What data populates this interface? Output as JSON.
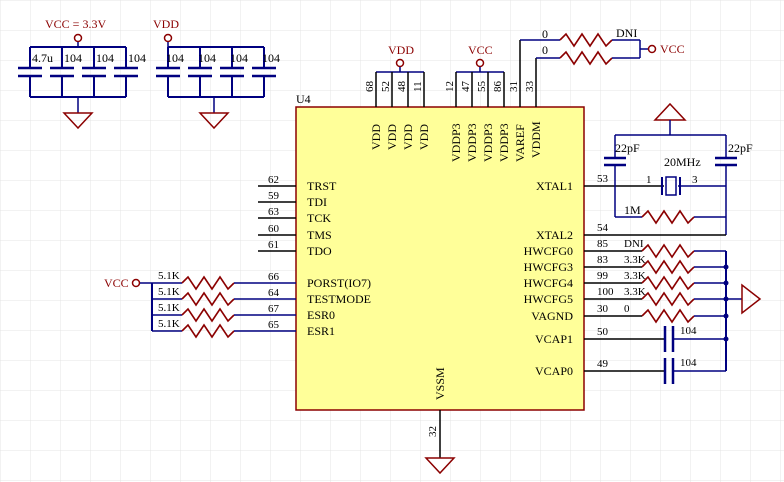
{
  "colors": {
    "wire": "#000080",
    "symbol": "#8b0000",
    "chip_fill": "#ffff99",
    "grid": "#e4e4e4"
  },
  "power": {
    "vcc_3v3": "VCC = 3.3V",
    "vdd": "VDD",
    "vcc": "VCC"
  },
  "decoupling": {
    "left_caps": [
      "4.7u",
      "104",
      "104",
      "104"
    ],
    "right_caps": [
      "104",
      "104",
      "104",
      "104"
    ]
  },
  "chip": {
    "ref": "U4",
    "top_pins": [
      {
        "num": "68",
        "name": "VDD"
      },
      {
        "num": "52",
        "name": "VDD"
      },
      {
        "num": "48",
        "name": "VDD"
      },
      {
        "num": "11",
        "name": "VDD"
      },
      {
        "num": "12",
        "name": "VDDP3"
      },
      {
        "num": "47",
        "name": "VDDP3"
      },
      {
        "num": "55",
        "name": "VDDP3"
      },
      {
        "num": "86",
        "name": "VDDP3"
      },
      {
        "num": "31",
        "name": "VAREF"
      },
      {
        "num": "33",
        "name": "VDDM"
      }
    ],
    "left_pins": [
      {
        "num": "62",
        "name": "TRST"
      },
      {
        "num": "59",
        "name": "TDI"
      },
      {
        "num": "63",
        "name": "TCK"
      },
      {
        "num": "60",
        "name": "TMS"
      },
      {
        "num": "61",
        "name": "TDO"
      },
      {
        "num": "66",
        "name": "PORST(IO7)"
      },
      {
        "num": "64",
        "name": "TESTMODE"
      },
      {
        "num": "67",
        "name": "ESR0"
      },
      {
        "num": "65",
        "name": "ESR1"
      }
    ],
    "right_pins": [
      {
        "num": "53",
        "name": "XTAL1"
      },
      {
        "num": "54",
        "name": "XTAL2"
      },
      {
        "num": "85",
        "name": "HWCFG0"
      },
      {
        "num": "83",
        "name": "HWCFG3"
      },
      {
        "num": "99",
        "name": "HWCFG4"
      },
      {
        "num": "100",
        "name": "HWCFG5"
      },
      {
        "num": "30",
        "name": "VAGND"
      },
      {
        "num": "50",
        "name": "VCAP1"
      },
      {
        "num": "49",
        "name": "VCAP0"
      }
    ],
    "bottom_pin": {
      "num": "32",
      "name": "VSSM"
    }
  },
  "vddm_resistors": {
    "r1": "0",
    "r2": "0",
    "dni": "DNI"
  },
  "crystal": {
    "cap_left": "22pF",
    "cap_right": "22pF",
    "freq": "20MHz",
    "pin1": "1",
    "pin3": "3",
    "feedback": "1M"
  },
  "hwcfg_resistors": [
    "DNI",
    "3.3K",
    "3.3K",
    "3.3K",
    "0"
  ],
  "vcap_caps": [
    "104",
    "104"
  ],
  "pullups": [
    "5.1K",
    "5.1K",
    "5.1K",
    "5.1K"
  ]
}
